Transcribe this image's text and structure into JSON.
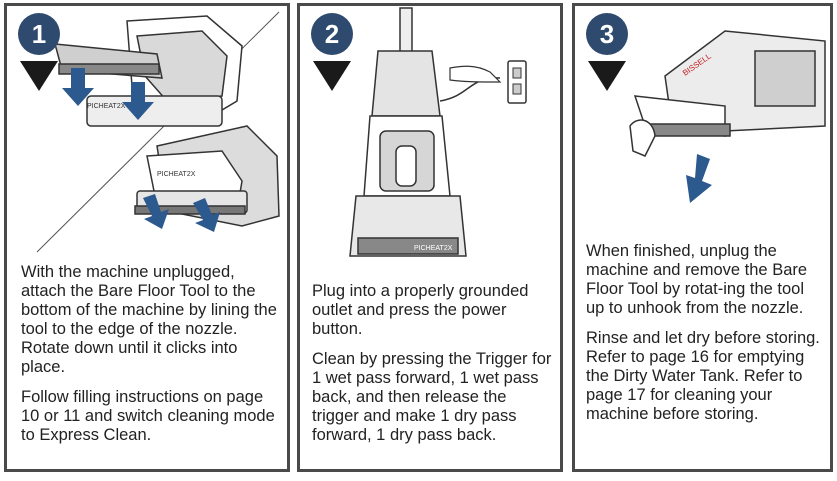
{
  "steps": [
    {
      "number": "1",
      "paragraphs": [
        "With the machine unplugged, attach the Bare Floor Tool to the bottom of the machine by lining the tool to the edge of the nozzle. Rotate down until it clicks into place.",
        "Follow filling instructions on page 10 or 11 and switch cleaning mode to Express Clean."
      ],
      "illustration_labels": [
        "PICHEAT2X",
        "PICHEAT2X"
      ]
    },
    {
      "number": "2",
      "paragraphs": [
        "Plug into a properly grounded outlet and press the power button.",
        "Clean by pressing the Trigger for 1 wet pass forward, 1 wet pass back, and then release the trigger and make 1 dry pass forward, 1 dry pass back."
      ],
      "illustration_labels": [
        "PICHEAT2X"
      ]
    },
    {
      "number": "3",
      "paragraphs": [
        "When finished, unplug the machine and remove the Bare Floor Tool by rotat-ing the tool up to unhook from the nozzle.",
        "Rinse and let dry before storing. Refer to page 16 for emptying the Dirty Water Tank. Refer to page 17 for cleaning your machine before storing."
      ],
      "illustration_labels": [
        "BISSELL"
      ]
    }
  ],
  "colors": {
    "badge": "#2e4a6e",
    "arrow": "#2d5a8e",
    "border": "#4a4a4a",
    "text": "#222222"
  }
}
